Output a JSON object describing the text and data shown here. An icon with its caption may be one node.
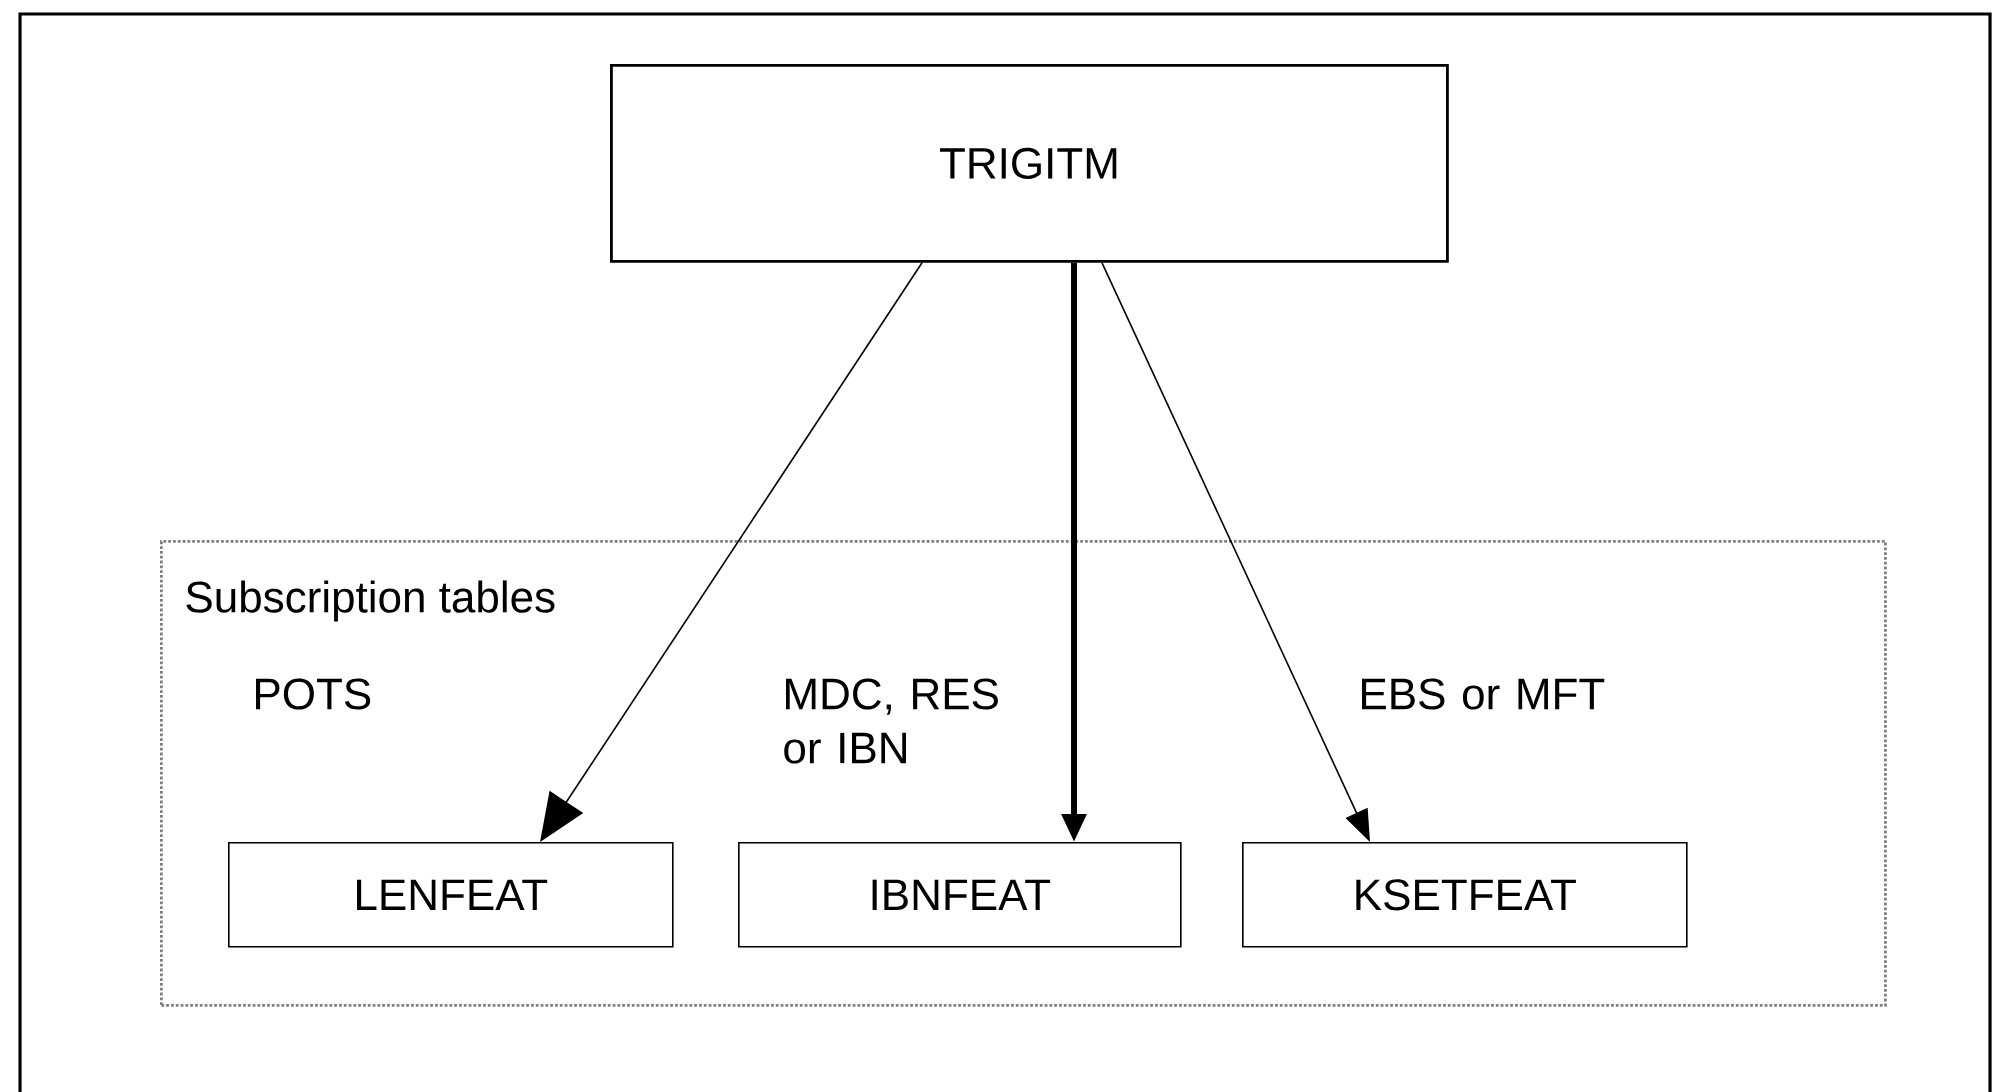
{
  "diagram": {
    "nodes": [
      {
        "text": [
          "TRIGITM"
        ]
      },
      {
        "text": [
          "Subscription tables"
        ]
      },
      {
        "text": [
          "LENFEAT"
        ],
        "in": 1
      },
      {
        "text": [
          "IBNFEAT"
        ],
        "in": 1
      },
      {
        "text": [
          "KSETFEAT"
        ],
        "in": 1
      }
    ],
    "edges": [
      {
        "from": 0,
        "to": 2,
        "arrow": "to",
        "label": "POTS"
      },
      {
        "from": 0,
        "to": 3,
        "arrow": "to",
        "label": "MDC, RES or IBN",
        "style": "thick"
      },
      {
        "from": 0,
        "to": 4,
        "arrow": "to",
        "label": "EBS or MFT"
      }
    ]
  }
}
